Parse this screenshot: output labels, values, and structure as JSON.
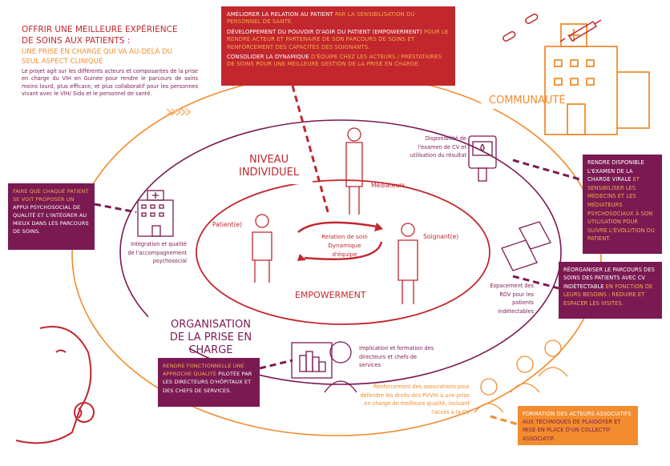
{
  "intro": {
    "title_line1": "OFFRIR UNE MEILLEURE EXPÉRIENCE",
    "title_line2": "DE SOINS AUX PATIENTS :",
    "subtitle_line1": "UNE PRISE EN CHARGE QUI VA AU-DELÀ DU",
    "subtitle_line2": "SEUL ASPECT CLINIQUE",
    "body": "Le projet agit sur les différents acteurs et composantes de la prise en charge du VIH en Guinée pour rendre le parcours de soins moins lourd, plus efficace, et plus collaboratif pour les personnes vivant avec le VIH/ Sida et le personnel de santé."
  },
  "top_box": {
    "p1_strong": "AMÉLIORER LA RELATION AU PATIENT",
    "p1_rest": " PAR LA SENSIBILISATION DU PERSONNEL DE SANTÉ.",
    "p2_strong": "DÉVELOPPEMENT DU POUVOIR D'AGIR DU PATIENT (EMPOWERMENT)",
    "p2_rest": " POUR LE RENDRE ACTEUR ET PARTENAIRE DE SON PARCOURS DE SOINS ET RENFORCEMENT DES CAPACITÉS DES SOIGNANTS.",
    "p3_strong": "CONSOLIDER LA DYNAMIQUE",
    "p3_rest": " D'ÉQUIPE CHEZ LES ACTEURS / PRESTATAIRES DE SOINS POUR UNE MEILLEURE GESTION DE LA PRISE EN CHARGE."
  },
  "left_box": {
    "hl": "FAIRE QUE CHAQUE PATIENT SE VOIT PROPOSER UN",
    "rest": " APPUI PSYCHOSOCIAL DE QUALITÉ ET L'INTÉGRER AU MIEUX DANS LES PARCOURS DE SOINS."
  },
  "right_box1": {
    "strong": "RENDRE DISPONIBLE L'EXAMEN DE LA CHARGE VIRALE",
    "hl": " ET SENSIBILISER LES MÉDECINS ET LES MÉDIATEURS PSYCHOSOCIAUX À SON UTILISATION POUR SUIVRE L'ÉVOLUTION DU PATIENT."
  },
  "right_box2": {
    "strong": "RÉORGANISER LE PARCOURS DES SOINS DES PATIENTS AVEC CV INDÉTECTABLE",
    "hl": " EN FONCTION DE LEURS BESOINS : RÉDUIRE ET ESPACER LES VISITES."
  },
  "bottom_left_box": {
    "hl": "RENDRE FONCTIONNELLE UNE APPROCHE QUALITÉ",
    "rest": " PILOTÉE PAR LES DIRECTEURS D'HÔPITAUX ET DES CHEFS DE SERVICES."
  },
  "bottom_right_box": {
    "strong": "FORMATION DES ACTEURS ASSOCIATIFS",
    "hl": " AUX TECHNIQUES DE PLAIDOYER ET MISE EN PLACE D'UN COLLECTIF ASSOCIATIF."
  },
  "labels": {
    "communaute": "COMMUNAUTÉ",
    "niveau1": "NIVEAU",
    "niveau2": "INDIVIDUEL",
    "organisation1": "ORGANISATION",
    "organisation2": "DE LA PRISE EN CHARGE",
    "empowerment": "EMPOWERMENT",
    "patient": "Patient(e)",
    "mediateurs": "Médiateurs",
    "soignant": "Soignant(e)",
    "relation": "Relation de soin",
    "dynamique1": "Dynamique",
    "dynamique2": "d'équipe",
    "cv": "Disponibilité de l'examen de CV et utilisation du résultat",
    "integration": "Intégration et qualité de l'accompagnement psychosocial",
    "espacement": "Espacement des RDV pour les patients indétectables",
    "implication": "Implication et formation des directeurs et chefs de services",
    "renforcement": "Renforcement des associations pour défendre les droits des PVVIH à une prise en charge de meilleure qualité, incluant l'accès à la CV"
  },
  "colors": {
    "red": "#c1272d",
    "purple": "#7b1a52",
    "orange": "#f28c2e"
  },
  "icons": [
    "hospital-icon",
    "syringe-icon",
    "pill-icon",
    "cv-test-device-icon",
    "calendar-icon",
    "presentation-chart-icon",
    "patient-figure",
    "mediator-figure",
    "doctor-figure",
    "community-people-figure",
    "phone-person-face"
  ]
}
